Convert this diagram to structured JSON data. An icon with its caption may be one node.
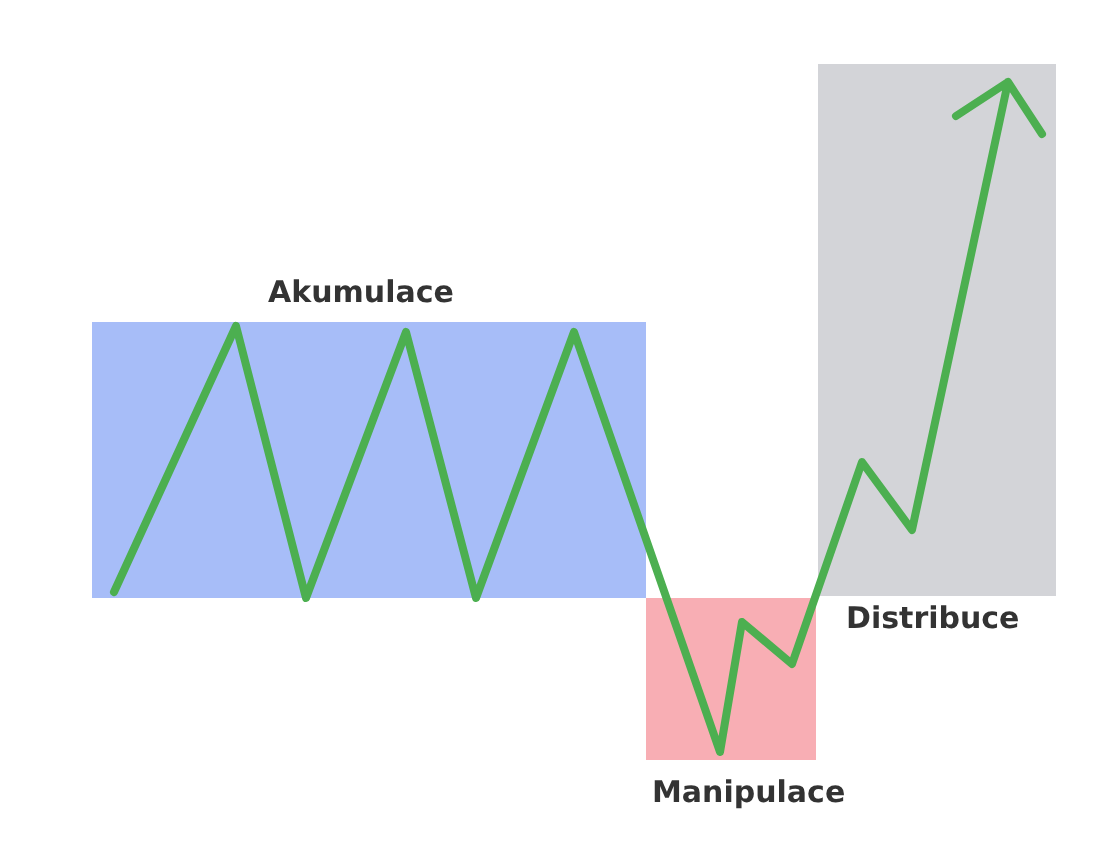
{
  "diagram": {
    "nodes": [
      {
        "text": [
          "Akumulace"
        ]
      },
      {
        "text": [
          "Manipulace"
        ]
      },
      {
        "text": [
          "Distribuce"
        ]
      }
    ]
  }
}
